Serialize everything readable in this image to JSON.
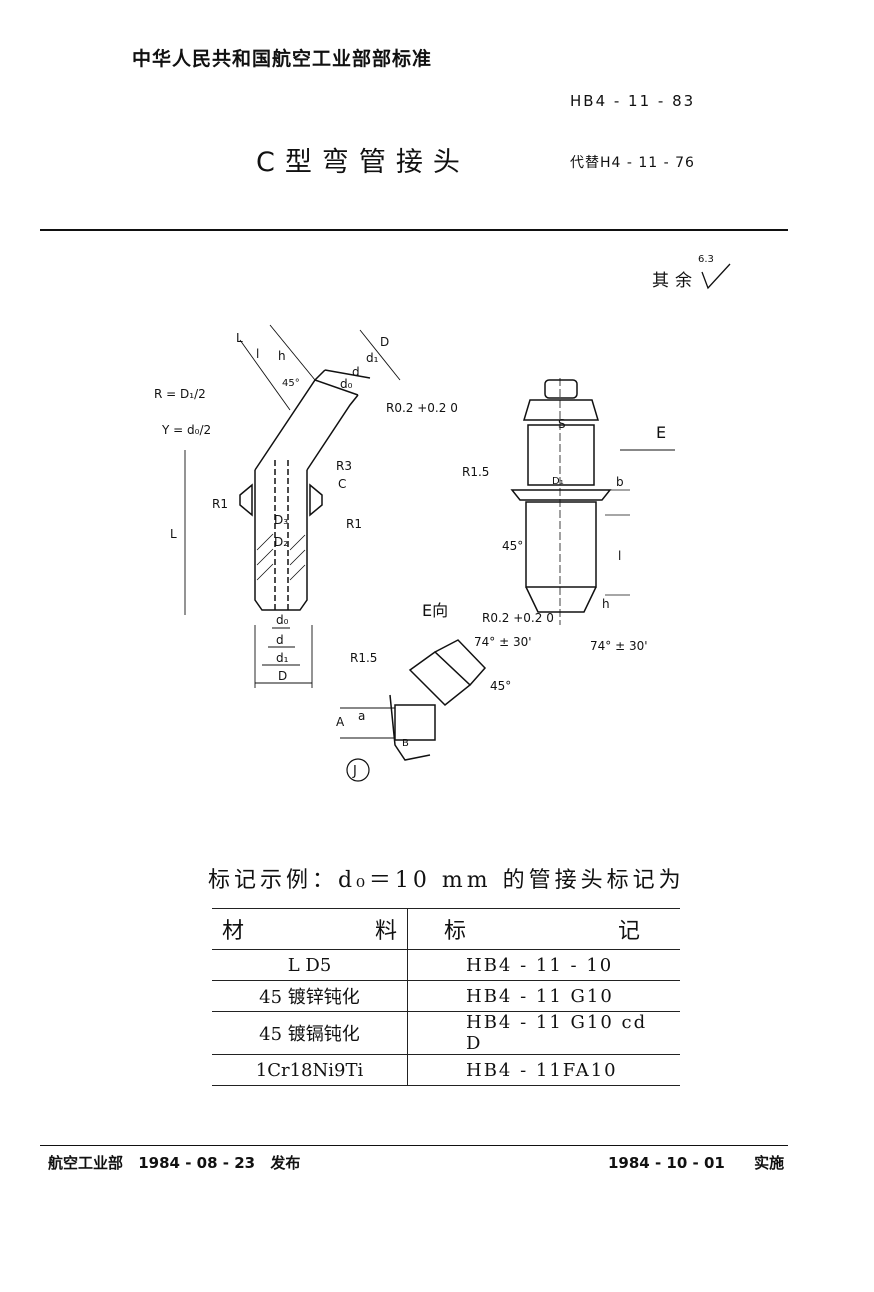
{
  "header": {
    "org": "中华人民共和国航空工业部部标准",
    "code": "HB4 - 11 - 83",
    "title": "C型弯管接头",
    "replaces": "代替H4 - 11 - 76"
  },
  "roughness": {
    "label": "其余",
    "value": "6.3"
  },
  "drawing": {
    "labels": {
      "L": "L",
      "l": "l",
      "h": "h",
      "D": "D",
      "d1": "d₁",
      "d": "d",
      "d0": "d₀",
      "R": "R = D₁/2",
      "Y": "Y = d₀/2",
      "angle45": "45°",
      "R02": "R0.2 +0.2 0",
      "R3": "R3",
      "R1": "R1",
      "D3": "D₃",
      "D2": "D₂",
      "C": "C",
      "S": "S",
      "E": "E",
      "R15": "R1.5",
      "D1": "D₁",
      "b": "b",
      "angle74": "74° ± 30'",
      "Eview": "E向",
      "A": "A",
      "a": "a",
      "B": "B",
      "J": "J"
    }
  },
  "example": "标记示例：d₀＝10 mm 的管接头标记为",
  "table": {
    "header": {
      "material_a": "材",
      "material_b": "料",
      "mark_a": "标",
      "mark_b": "记"
    },
    "rows": [
      {
        "material": "L D5",
        "mark": "HB4 - 11 - 10"
      },
      {
        "material": "45 镀锌钝化",
        "mark": "HB4 - 11 G10"
      },
      {
        "material": "45 镀镉钝化",
        "mark": "HB4 - 11 G10 cd D"
      },
      {
        "material": "1Cr18Ni9Ti",
        "mark": "HB4 - 11FA10"
      }
    ]
  },
  "footer": {
    "issuer": "航空工业部",
    "issue_date": "1984 - 08 - 23",
    "issue_word": "发布",
    "effective_date": "1984 - 10 - 01",
    "effective_word": "实施"
  }
}
